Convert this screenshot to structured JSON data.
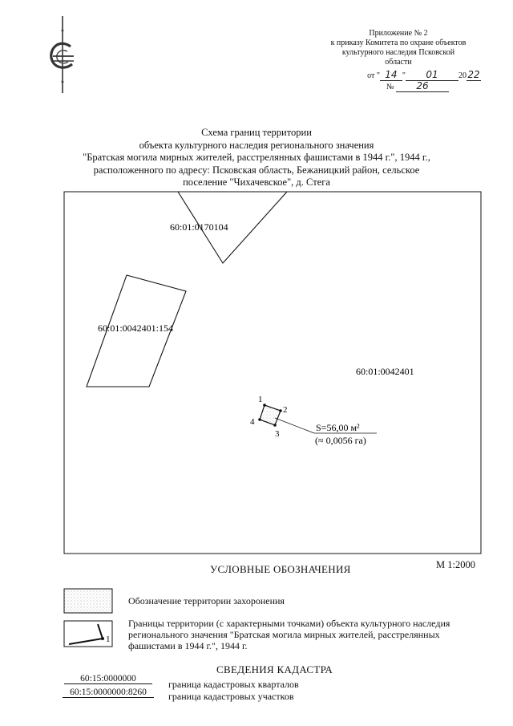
{
  "header": {
    "lines": [
      "Приложение № 2",
      "к приказу Комитета по охране объектов",
      "культурного наследия Псковской",
      "области"
    ],
    "date_prefix": "от \"",
    "date_day": "14",
    "date_mid": "\"",
    "date_month": "01",
    "date_year_prefix": "20",
    "date_year": "22",
    "number_prefix": "№",
    "number_value": "26"
  },
  "title_lines": [
    "Схема границ территории",
    "объекта культурного наследия регионального значения",
    "\"Братская могила мирных жителей, расстрелянных фашистами в 1944 г.\", 1944 г.,",
    "расположенного по адресу: Псковская область, Бежаницкий район, сельское",
    "поселение \"Чихачевское\", д. Стега"
  ],
  "map": {
    "parcel_labels": {
      "north": "60:01:0170104",
      "west": "60:01:0042401:154",
      "main": "60:01:0042401"
    },
    "points": [
      "1",
      "2",
      "3",
      "4"
    ],
    "area_label": "S=56,00 м²",
    "area_ha": "(≈ 0,0056 га)"
  },
  "scale": "М 1:2000",
  "legend": {
    "title": "УСЛОВНЫЕ ОБОЗНАЧЕНИЯ",
    "burial_text": "Обозначение территории захоронения",
    "boundary_text": "Границы территории (с характерными точками) объекта культурного наследия регионального значения \"Братская могила мирных жителей, расстрелянных фашистами в 1944 г.\", 1944 г.",
    "boundary_point": "1"
  },
  "cadastre": {
    "title": "СВЕДЕНИЯ КАДАСТРА",
    "quarter_code": "60:15:0000000",
    "quarter_desc": "граница кадастровых кварталов",
    "parcel_code": "60:15:0000000:8260",
    "parcel_desc": "граница кадастровых участков"
  }
}
